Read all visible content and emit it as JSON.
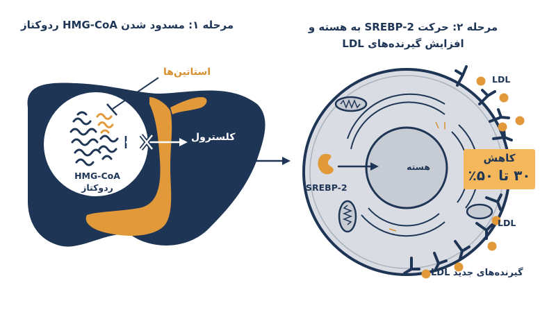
{
  "stage1": {
    "title": "مرحله ۱: مسدود شدن HMG-CoA ردوکتاز",
    "statins_label": "استاتین‌ها",
    "enzyme_label_line1": "HMG-CoA",
    "enzyme_label_line2": "ردوکتاز",
    "cholesterol_label": "کلسترول"
  },
  "stage2": {
    "title_line1": "مرحله ۲: حرکت SREBP-2 به هسته و",
    "title_line2": "افزایش گیرنده‌های LDL",
    "nucleus_label": "هسته",
    "srebp_label": "SREBP-2",
    "ldl_label_top": "LDL",
    "ldl_label_bottom": "LDL",
    "reduction_line1": "کاهش",
    "reduction_line2": "۳۰ تا ۵۰٪",
    "receptors_label": "گیرنده‌های جدید LDL"
  },
  "colors": {
    "navy": "#1f3556",
    "orange": "#e2993a",
    "light_orange": "#f4b75c",
    "cell_gray": "#d9dde3",
    "nucleus_gray": "#c7ccd4"
  }
}
